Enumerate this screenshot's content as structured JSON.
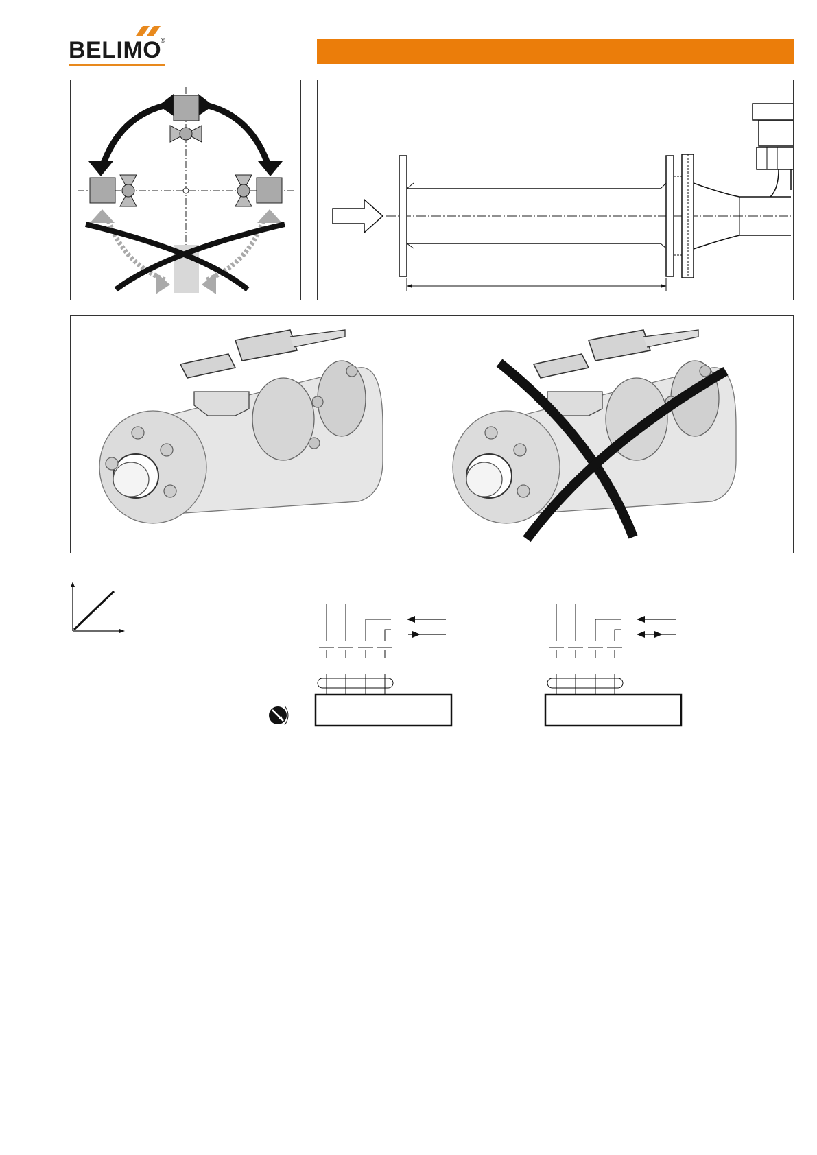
{
  "brand": {
    "name": "BELIMO",
    "registered_mark": "®",
    "accent_color": "#EB7D0A",
    "text_color": "#1A1A1A"
  },
  "header": {
    "bar_color": "#EB7D0A"
  },
  "figures": [
    {
      "id": "mounting-orientation",
      "icon": "mounting-position-diagram"
    },
    {
      "id": "inlet-pipe-section",
      "icon": "inlet-straight-run-diagram"
    },
    {
      "id": "insulation-allowed",
      "icon": "valve-insulation-ok-illustration"
    },
    {
      "id": "insulation-not-allowed",
      "icon": "valve-insulation-forbidden-illustration"
    },
    {
      "id": "linear-characteristic",
      "icon": "linear-graph-icon"
    },
    {
      "id": "wiring-variant-a",
      "icon": "wiring-diagram"
    },
    {
      "id": "wiring-variant-b",
      "icon": "wiring-diagram"
    }
  ]
}
